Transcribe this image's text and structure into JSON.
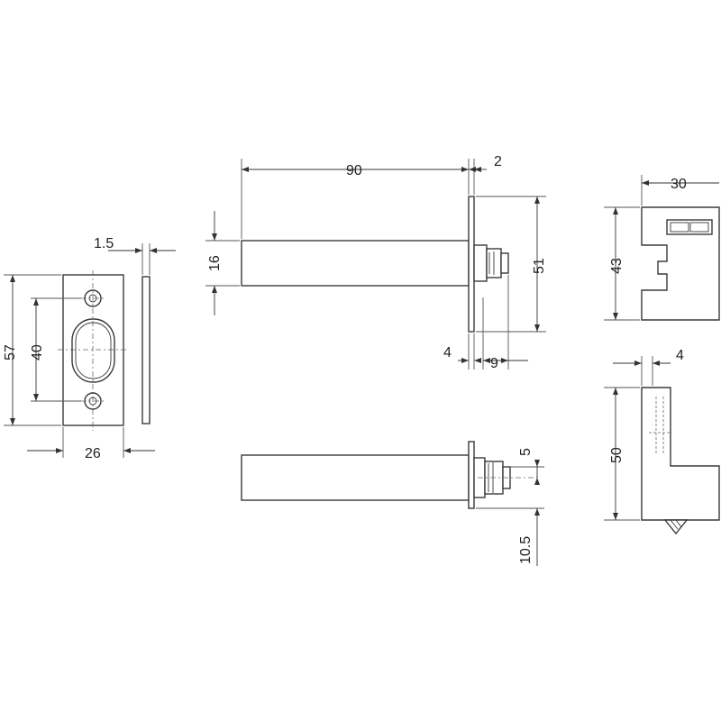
{
  "dimensions": {
    "strike_thickness": "1.5",
    "strike_height": "57",
    "hole_spacing": "40",
    "strike_width": "26",
    "body_length": "90",
    "flange_thickness": "2",
    "body_diameter": "16",
    "flange_height": "51",
    "flange_offset": "4",
    "plunger_length": "9",
    "plunger_offset": "5",
    "plunger_center": "10.5",
    "bracket_width": "30",
    "bracket_height": "43",
    "bracket_depth": "4",
    "bracket_side_height": "50"
  },
  "colors": {
    "line": "#3a3a3a",
    "background": "#ffffff"
  }
}
